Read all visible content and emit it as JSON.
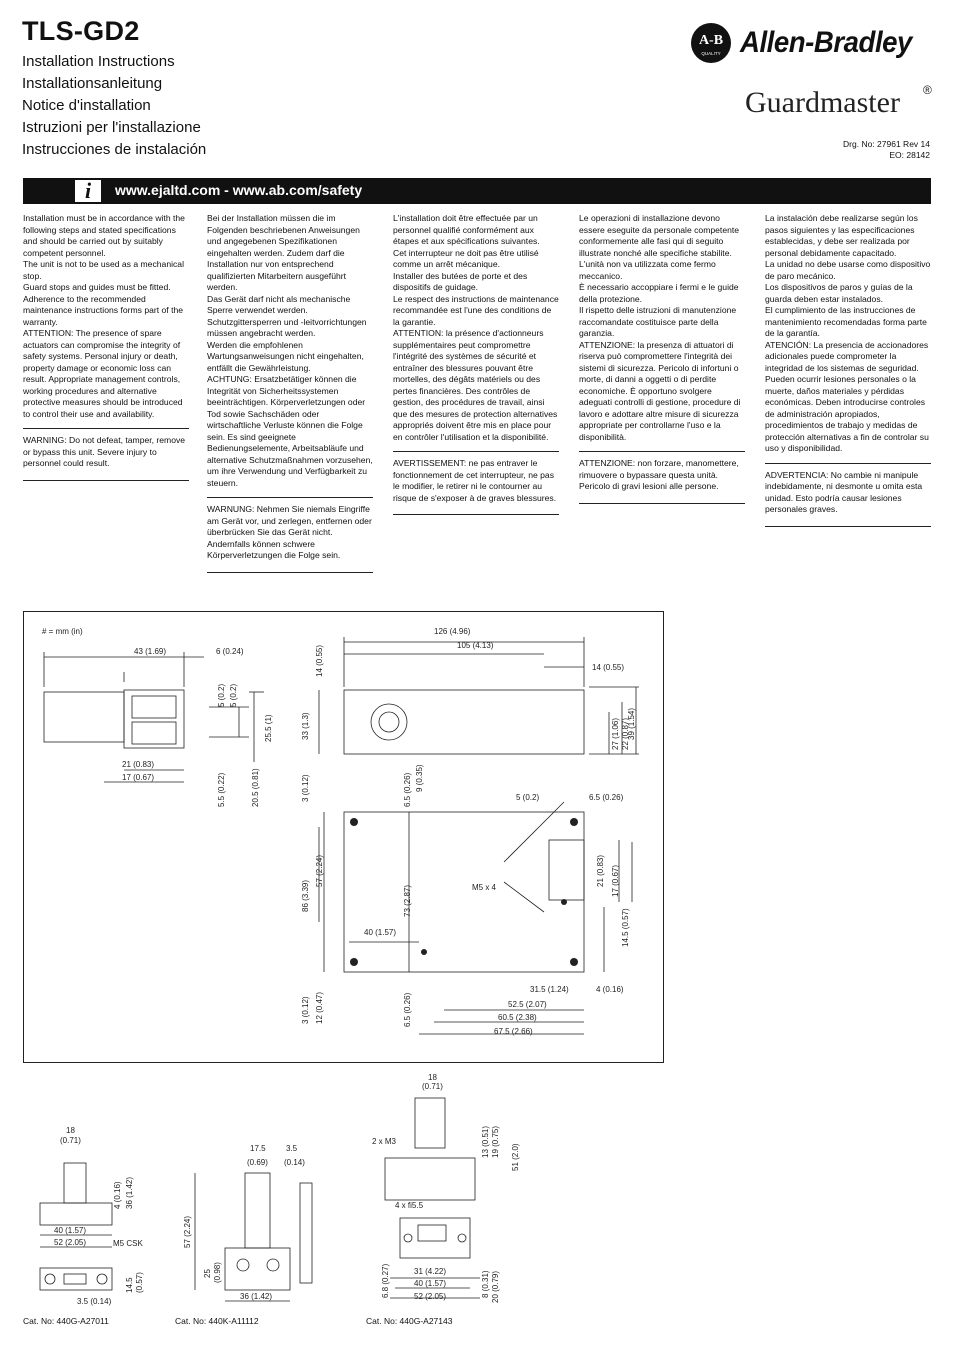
{
  "header": {
    "title": "TLS-GD2",
    "subtitles": [
      "Installation Instructions",
      "Installationsanleitung",
      "Notice d'installation",
      "Istruzioni per l'installazione",
      "Instrucciones de instalación"
    ],
    "brand": "Allen-Bradley",
    "logo_text": "A-B",
    "logo_sub": "QUALITY",
    "product_brand": "Guardmaster",
    "registered": "®",
    "drawing_number": "Drg. No: 27961  Rev 14",
    "eo_number": "EO: 28142"
  },
  "info_bar": {
    "icon": "info-icon",
    "icon_glyph": "i",
    "url": "www.ejaltd.com  -  www.ab.com/safety"
  },
  "columns": [
    {
      "lang": "en",
      "text": "Installation must be in accordance with the following steps and stated specifications and should be carried out by suitably competent personnel.\nThe unit is not to be used as a mechanical stop.\nGuard stops and guides must be fitted.\nAdherence to the recommended maintenance instructions forms part of the warranty.\nATTENTION: The presence of spare actuators can compromise the integrity of safety systems. Personal injury or death, property damage or economic loss can result. Appropriate management controls, working procedures and alternative protective measures should be introduced to control their use and availability.",
      "warning": "WARNING: Do not defeat, tamper, remove or bypass this unit. Severe injury to personnel could result."
    },
    {
      "lang": "de",
      "text": "Bei der Installation müssen die im Folgenden beschriebenen Anweisungen und angegebenen Spezifikationen eingehalten werden. Zudem darf die Installation nur von entsprechend qualifizierten Mitarbeitern ausgeführt werden.\nDas Gerät darf nicht als mechanische Sperre verwendet werden.\nSchutzgittersperren und -leitvorrichtungen müssen angebracht werden.\nWerden die empfohlenen Wartungsanweisungen nicht eingehalten, entfällt die Gewährleistung.\nACHTUNG: Ersatzbetätiger können die Integrität von Sicherheitssystemen beeinträchtigen. Körperverletzungen oder Tod sowie Sachschäden oder wirtschaftliche Verluste können die Folge sein. Es sind geeignete Bedienungselemente, Arbeitsabläufe und alternative Schutzmaßnahmen vorzusehen, um ihre Verwendung und Verfügbarkeit zu steuern.",
      "warning": "WARNUNG: Nehmen Sie niemals Eingriffe am Gerät vor, und zerlegen, entfernen oder überbrücken Sie das Gerät nicht. Andernfalls können schwere Körperverletzungen die Folge sein."
    },
    {
      "lang": "fr",
      "text": "L'installation doit être effectuée par un personnel qualifié conformément aux étapes et aux spécifications suivantes.\nCet interrupteur ne doit pas être utilisé comme un arrêt mécanique.\nInstaller des butées de porte et des dispositifs de guidage.\nLe respect des instructions de maintenance recommandée est l'une des conditions de la garantie.\nATTENTION: la présence d'actionneurs supplémentaires peut compromettre l'intégrité des systèmes de sécurité et entraîner des blessures pouvant être mortelles, des dégâts matériels ou des pertes financières. Des contrôles de gestion, des procédures de travail, ainsi que des mesures de protection alternatives appropriés doivent être mis en place pour en contrôler l'utilisation et la disponibilité.",
      "warning": "AVERTISSEMENT: ne pas entraver le fonctionnement de cet interrupteur, ne pas le modifier, le retirer ni le contourner au risque de s'exposer à de graves blessures."
    },
    {
      "lang": "it",
      "text": "Le operazioni di installazione devono essere eseguite da personale competente conformemente alle fasi qui di seguito illustrate nonché alle specifiche stabilite.\nL'unità non va utilizzata come fermo meccanico.\nÈ necessario accoppiare i fermi e le guide della protezione.\nIl rispetto delle istruzioni di manutenzione raccomandate costituisce parte della garanzia.\nATTENZIONE: la presenza di attuatori di riserva può compromettere l'integrità dei sistemi di sicurezza. Pericolo di infortuni o morte, di danni a oggetti o di perdite economiche. È opportuno svolgere adeguati controlli di gestione, procedure di lavoro e adottare altre misure di sicurezza appropriate per controllarne l'uso e la disponibilità.",
      "warning": "ATTENZIONE: non forzare, manomettere, rimuovere o bypassare questa unità. Pericolo di gravi lesioni alle persone."
    },
    {
      "lang": "es",
      "text": "La instalación debe realizarse según los pasos siguientes y las especificaciones establecidas, y debe ser realizada por personal debidamente capacitado.\nLa unidad no debe usarse como dispositivo de paro mecánico.\nLos dispositivos de paros y guías de la guarda deben estar instalados.\nEl cumplimiento de las instrucciones de mantenimiento recomendadas forma parte de la garantía.\nATENCIÓN: La presencia de accionadores adicionales puede comprometer la integridad de los sistemas de seguridad. Pueden ocurrir lesiones personales o la muerte, daños materiales y pérdidas económicas. Deben introducirse controles de administración apropiados, procedimientos de trabajo y medidas de protección alternativas a fin de controlar su uso y disponibilidad.",
      "warning": "ADVERTENCIA: No cambie ni manipule indebidamente, ni desmonte u omita esta unidad. Esto podría causar lesiones personales graves."
    }
  ],
  "drawing": {
    "units": "# = mm (in)",
    "dims": {
      "d43": "43 (1.69)",
      "d6": "6 (0.24)",
      "d5a": "5 (0.2)",
      "d5b": "5 (0.2)",
      "d25_5": "25.5 (1)",
      "d21": "21 (0.83)",
      "d17": "17 (0.67)",
      "d5_5": "5.5 (0.22)",
      "d20_5": "20.5 (0.81)",
      "d126": "126 (4.96)",
      "d105": "105 (4.13)",
      "d14a": "14 (0.55)",
      "d14b": "14 (0.55)",
      "d33": "33 (1.3)",
      "d22": "22 (0.87)",
      "d27": "27 (1.06)",
      "d39": "39 (1.54)",
      "d3a": "3 (0.12)",
      "d6_5a": "6.5 (0.26)",
      "d9": "9 (0.35)",
      "d5c": "5 (0.2)",
      "d6_5b": "6.5 (0.26)",
      "d86": "86 (3.39)",
      "d57": "57 (2.24)",
      "d73": "73 (2.87)",
      "d40": "40 (1.57)",
      "m5": "M5 x 4",
      "d21b": "21 (0.83)",
      "d17b": "17 (0.67)",
      "d14_5": "14.5 (0.57)",
      "d31_5": "31.5 (1.24)",
      "d4": "4 (0.16)",
      "d3b": "3 (0.12)",
      "d12": "12 (0.47)",
      "d6_5c": "6.5 (0.26)",
      "d52_5": "52.5 (2.07)",
      "d60_5": "60.5 (2.38)",
      "d67_5": "67.5 (2.66)"
    }
  },
  "actuators": [
    {
      "cat": "Cat. No: 440G-A27011",
      "dims": {
        "w18": "18",
        "w18in": "(0.71)",
        "h4": "4 (0.16)",
        "h36": "36 (1.42)",
        "w40": "40 (1.57)",
        "w52": "52 (2.05)",
        "m5csk": "M5 CSK",
        "h14_5": "14.5",
        "h14_5in": "(0.57)",
        "w3_5": "3.5 (0.14)"
      }
    },
    {
      "cat": "Cat. No: 440K-A11112",
      "dims": {
        "w17_5": "17.5",
        "w17_5in": "(0.69)",
        "w3_5": "3.5",
        "w3_5in": "(0.14)",
        "h57": "57 (2.24)",
        "h25": "25",
        "h25in": "(0.98)",
        "w36": "36 (1.42)"
      }
    },
    {
      "cat": "Cat. No: 440G-A27143",
      "dims": {
        "w18": "18",
        "w18in": "(0.71)",
        "m3": "2 x M3",
        "h13": "13 (0.51)",
        "h19": "19 (0.75)",
        "h51": "51 (2.0)",
        "holes": "4 x fi5.5",
        "h6_8": "6.8 (0.27)",
        "w31": "31 (4.22)",
        "w40": "40 (1.57)",
        "w52": "52 (2.05)",
        "h8": "8 (0.31)",
        "h20": "20 (0.79)"
      }
    }
  ]
}
